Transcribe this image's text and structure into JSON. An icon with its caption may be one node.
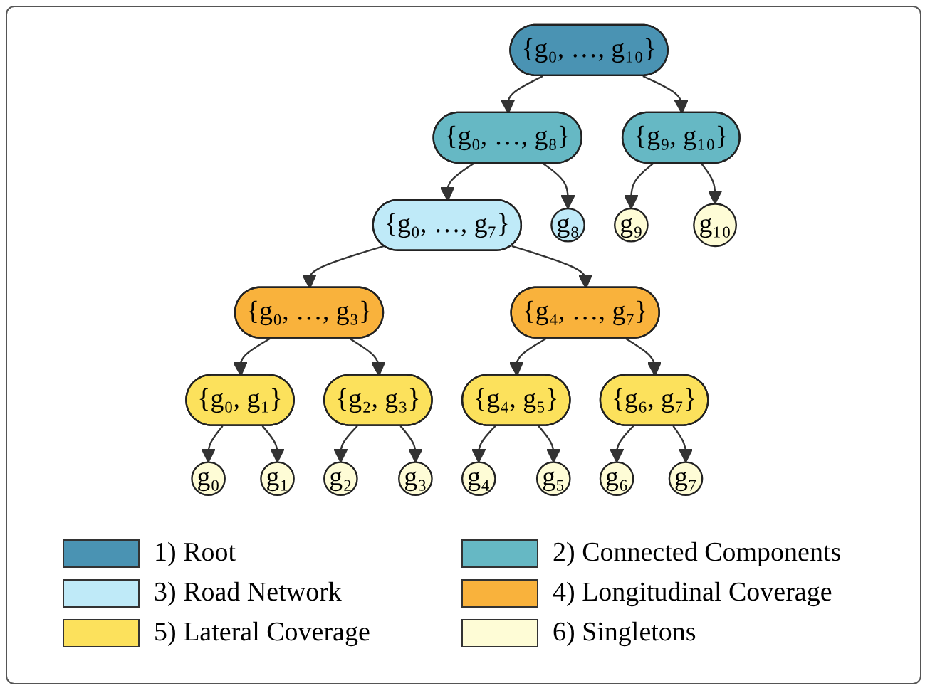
{
  "diagram": {
    "nodes": [
      {
        "text": [
          "{g₀, …, g₁₀}"
        ]
      },
      {
        "text": [
          "{g₀, …, g₈}"
        ]
      },
      {
        "text": [
          "{g₉, g₁₀}"
        ]
      },
      {
        "text": [
          "{g₀, …, g₇}"
        ]
      },
      {
        "text": [
          "g₈"
        ]
      },
      {
        "text": [
          "g₉"
        ]
      },
      {
        "text": [
          "g₁₀"
        ]
      },
      {
        "text": [
          "{g₀, …, g₃}"
        ]
      },
      {
        "text": [
          "{g₄, …, g₇}"
        ]
      },
      {
        "text": [
          "{g₀, g₁}"
        ]
      },
      {
        "text": [
          "{g₂, g₃}"
        ]
      },
      {
        "text": [
          "{g₄, g₅}"
        ]
      },
      {
        "text": [
          "{g₆, g₇}"
        ]
      },
      {
        "text": [
          "g₀"
        ]
      },
      {
        "text": [
          "g₁"
        ]
      },
      {
        "text": [
          "g₂"
        ]
      },
      {
        "text": [
          "g₃"
        ]
      },
      {
        "text": [
          "g₄"
        ]
      },
      {
        "text": [
          "g₅"
        ]
      },
      {
        "text": [
          "g₆"
        ]
      },
      {
        "text": [
          "g₇"
        ]
      }
    ],
    "edges": [
      {
        "from": 0,
        "to": 1,
        "arrow": "to"
      },
      {
        "from": 0,
        "to": 2,
        "arrow": "to"
      },
      {
        "from": 1,
        "to": 3,
        "arrow": "to"
      },
      {
        "from": 1,
        "to": 4,
        "arrow": "to"
      },
      {
        "from": 2,
        "to": 5,
        "arrow": "to"
      },
      {
        "from": 2,
        "to": 6,
        "arrow": "to"
      },
      {
        "from": 3,
        "to": 7,
        "arrow": "to"
      },
      {
        "from": 3,
        "to": 8,
        "arrow": "to"
      },
      {
        "from": 7,
        "to": 9,
        "arrow": "to"
      },
      {
        "from": 7,
        "to": 10,
        "arrow": "to"
      },
      {
        "from": 8,
        "to": 11,
        "arrow": "to"
      },
      {
        "from": 8,
        "to": 12,
        "arrow": "to"
      },
      {
        "from": 9,
        "to": 13,
        "arrow": "to"
      },
      {
        "from": 9,
        "to": 14,
        "arrow": "to"
      },
      {
        "from": 10,
        "to": 15,
        "arrow": "to"
      },
      {
        "from": 10,
        "to": 16,
        "arrow": "to"
      },
      {
        "from": 11,
        "to": 17,
        "arrow": "to"
      },
      {
        "from": 11,
        "to": 18,
        "arrow": "to"
      },
      {
        "from": 12,
        "to": 19,
        "arrow": "to"
      },
      {
        "from": 12,
        "to": 20,
        "arrow": "to"
      }
    ],
    "legend": [
      {
        "text": "1) Root",
        "color": "#4a93b3"
      },
      {
        "text": "2) Connected Components",
        "color": "#66b8c4"
      },
      {
        "text": "3) Road Network",
        "color": "#bfeaf8"
      },
      {
        "text": "4) Longitudinal Coverage",
        "color": "#f9b23c"
      },
      {
        "text": "5) Lateral Coverage",
        "color": "#fce15c"
      },
      {
        "text": "6) Singletons",
        "color": "#fefcd6"
      }
    ]
  }
}
